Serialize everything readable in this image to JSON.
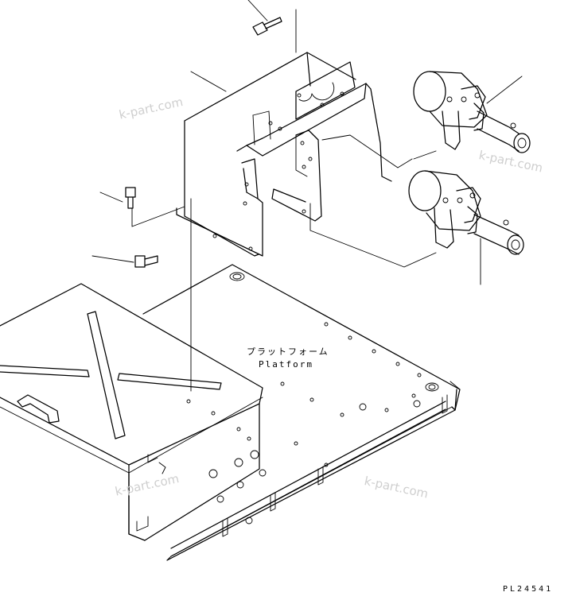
{
  "labels": {
    "platform_jp": "プラットフォーム",
    "platform_en": "Platform",
    "part_code": "PL24541"
  },
  "watermark": "k-part.com",
  "colors": {
    "line": "#000000",
    "watermark": "#cfcfcf",
    "background": "#ffffff"
  }
}
